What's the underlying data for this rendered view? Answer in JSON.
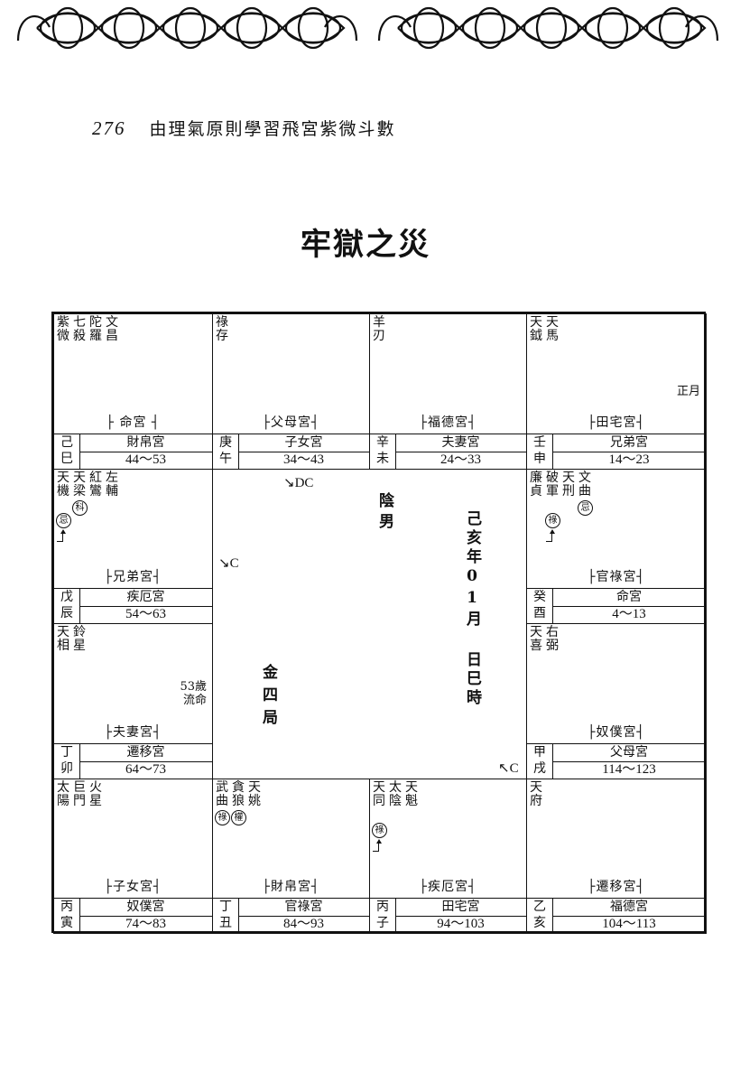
{
  "header": {
    "page_number": "276",
    "book_title": "由理氣原則學習飛宮紫微斗數"
  },
  "title": "牢獄之災",
  "cells": [
    {
      "stars": [
        "紫微",
        "七殺",
        "陀羅",
        "文昌"
      ],
      "palace": "├ 命宮 ┤",
      "ganzhi": [
        "己",
        "巳"
      ],
      "natal": "財帛宮",
      "range": "44～53",
      "badges": [],
      "note": ""
    },
    {
      "stars": [
        "祿存"
      ],
      "palace": "├父母宮┤",
      "ganzhi": [
        "庚",
        "午"
      ],
      "natal": "子女宮",
      "range": "34～43",
      "badges": [],
      "note": ""
    },
    {
      "stars": [
        "羊刃"
      ],
      "palace": "├福德宮┤",
      "ganzhi": [
        "辛",
        "未"
      ],
      "natal": "夫妻宮",
      "range": "24～33",
      "badges": [],
      "note": ""
    },
    {
      "stars": [
        "天鉞",
        "天馬"
      ],
      "palace": "├田宅宮┤",
      "ganzhi": [
        "壬",
        "申"
      ],
      "natal": "兄弟宮",
      "range": "14～23",
      "badges": [],
      "note": "正月"
    },
    {
      "stars": [
        "天機",
        "天梁",
        "紅鸞",
        "左輔"
      ],
      "palace": "├兄弟宮┤",
      "ganzhi": [
        "戊",
        "辰"
      ],
      "natal": "疾厄宮",
      "range": "54～63",
      "badges": [
        {
          "text": "科",
          "star": 1,
          "level": 0
        },
        {
          "text": "忌",
          "star": 0,
          "level": 1,
          "arrow": true
        }
      ],
      "note": ""
    },
    {
      "stars": [
        "廉貞",
        "破軍",
        "天刑",
        "文曲"
      ],
      "palace": "├官祿宮┤",
      "ganzhi": [
        "癸",
        "酉"
      ],
      "natal": "命宮",
      "range": "4～13",
      "badges": [
        {
          "text": "忌",
          "star": 3,
          "level": 0
        },
        {
          "text": "祿",
          "star": 1,
          "level": 1,
          "arrow": true
        }
      ],
      "note": ""
    },
    {
      "stars": [
        "天相",
        "鈴星"
      ],
      "palace": "├夫妻宮┤",
      "ganzhi": [
        "丁",
        "卯"
      ],
      "natal": "遷移宮",
      "range": "64～73",
      "badges": [],
      "note": "53歲\n流命"
    },
    {
      "stars": [
        "天喜",
        "右弼"
      ],
      "palace": "├奴僕宮┤",
      "ganzhi": [
        "甲",
        "戌"
      ],
      "natal": "父母宮",
      "range": "114～123",
      "badges": [],
      "note": ""
    },
    {
      "stars": [
        "太陽",
        "巨門",
        "火星"
      ],
      "palace": "├子女宮┤",
      "ganzhi": [
        "丙",
        "寅"
      ],
      "natal": "奴僕宮",
      "range": "74～83",
      "badges": [],
      "note": ""
    },
    {
      "stars": [
        "武曲",
        "貪狼",
        "天姚"
      ],
      "palace": "├財帛宮┤",
      "ganzhi": [
        "丁",
        "丑"
      ],
      "natal": "官祿宮",
      "range": "84～93",
      "badges": [
        {
          "text": "祿",
          "star": 0,
          "level": 0
        },
        {
          "text": "權",
          "star": 1,
          "level": 0
        }
      ],
      "note": ""
    },
    {
      "stars": [
        "天同",
        "太陰",
        "天魁"
      ],
      "palace": "├疾厄宮┤",
      "ganzhi": [
        "丙",
        "子"
      ],
      "natal": "田宅宮",
      "range": "94～103",
      "badges": [
        {
          "text": "祿",
          "star": 0,
          "level": 1,
          "arrow": true
        }
      ],
      "note": ""
    },
    {
      "stars": [
        "天府"
      ],
      "palace": "├遷移宮┤",
      "ganzhi": [
        "乙",
        "亥"
      ],
      "natal": "福德宮",
      "range": "104～113",
      "badges": [],
      "note": ""
    }
  ],
  "center": {
    "gender": "陰男",
    "birth": "己亥年01月 日巳時",
    "bureau": "金四局",
    "mark_dc": "↘DC",
    "mark_c_left": "↘C",
    "mark_c_bottom": "↖C"
  }
}
